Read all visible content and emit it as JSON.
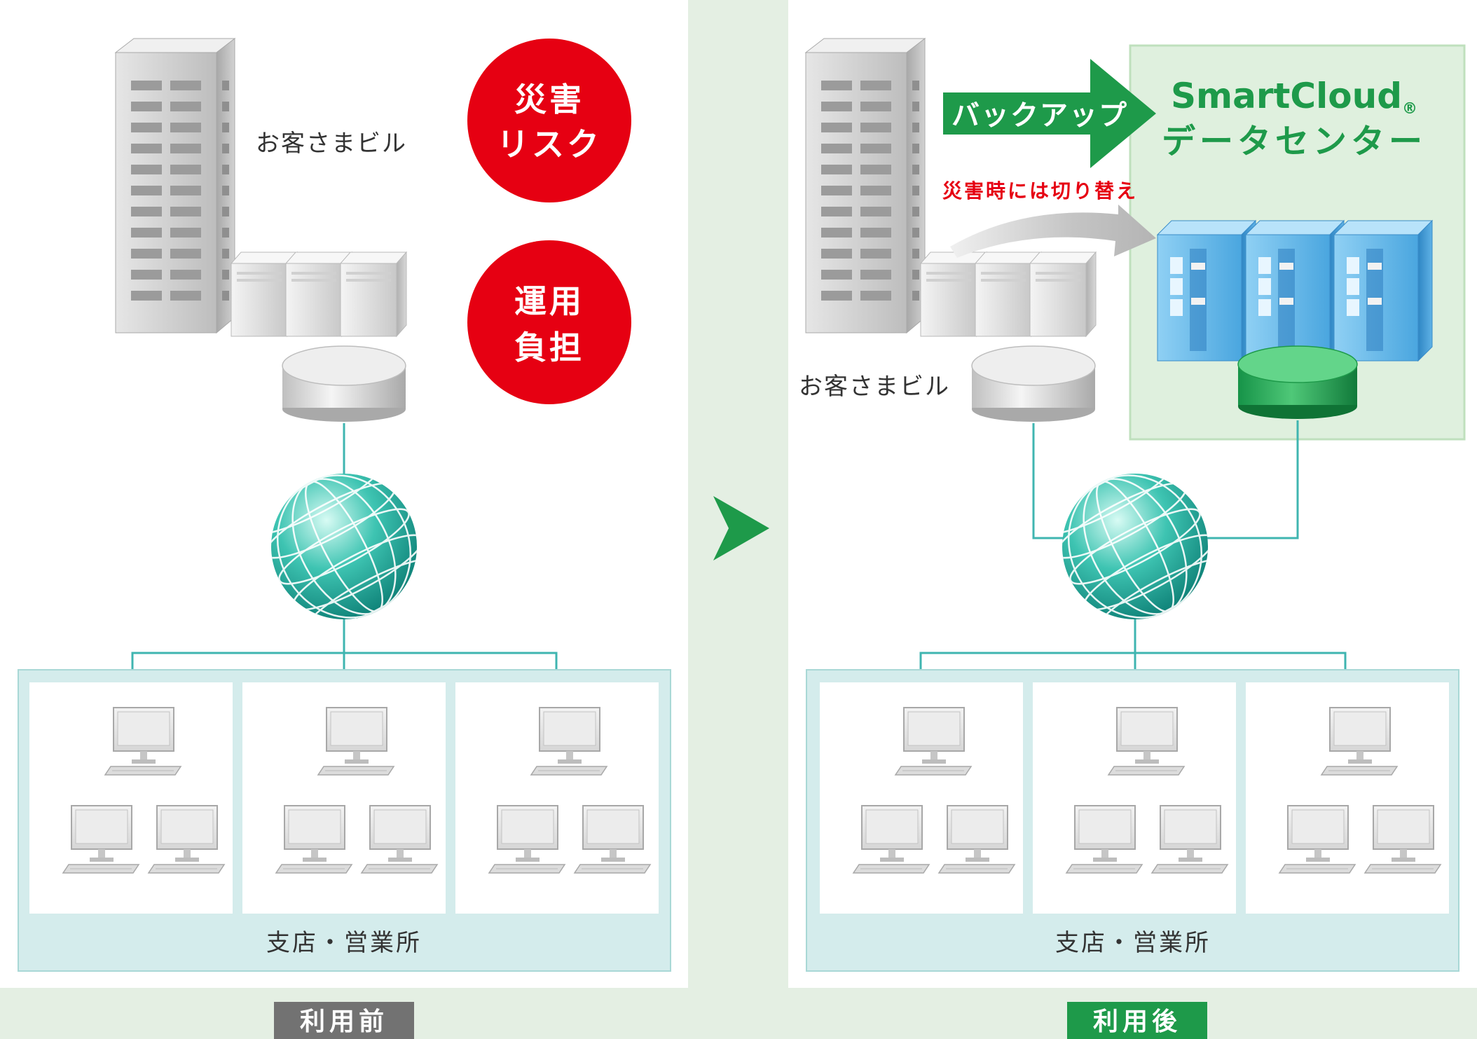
{
  "before": {
    "building_label": "お客さまビル",
    "risk_1": [
      "災害",
      "リスク"
    ],
    "risk_2": [
      "運用",
      "負担"
    ],
    "branch_label": "支店・営業所",
    "panel_tag": "利用前"
  },
  "after": {
    "building_label": "お客さまビル",
    "backup_label": "バックアップ",
    "dc_brand": "SmartCloud",
    "dc_mark": "®",
    "dc_name": "データセンター",
    "switch_label": "災害時には切り替え",
    "branch_label": "支店・営業所",
    "panel_tag": "利用後"
  },
  "colors": {
    "risk_red": "#e60012",
    "brand_green": "#1e9a4a",
    "tag_gray": "#727272",
    "network_line": "#3fb5b0"
  }
}
